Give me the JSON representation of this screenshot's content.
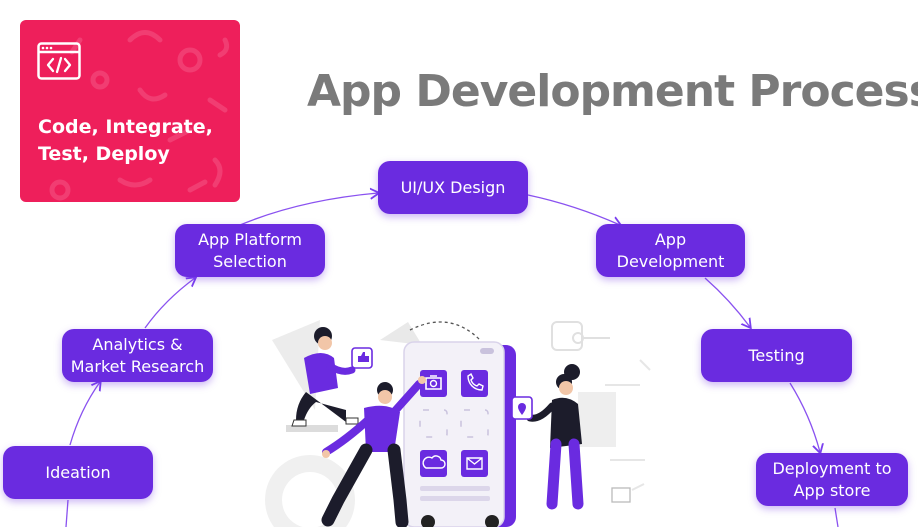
{
  "badge": {
    "line1": "Code, Integrate,",
    "line2": "Test, Deploy",
    "icon": "code-window-icon",
    "color": "#ee1f5b"
  },
  "title": "App Development Process",
  "steps": {
    "ideation": "Ideation",
    "analytics": {
      "line1": "Analytics &",
      "line2": "Market Research"
    },
    "platform": {
      "line1": "App Platform",
      "line2": "Selection"
    },
    "uiux": "UI/UX Design",
    "development": {
      "line1": "App",
      "line2": "Development"
    },
    "testing": "Testing",
    "deployment": {
      "line1": "Deployment to",
      "line2": "App store"
    }
  },
  "colors": {
    "step": "#6a2be0",
    "title": "#7a7a7a",
    "arrow": "#7a3ff0"
  }
}
